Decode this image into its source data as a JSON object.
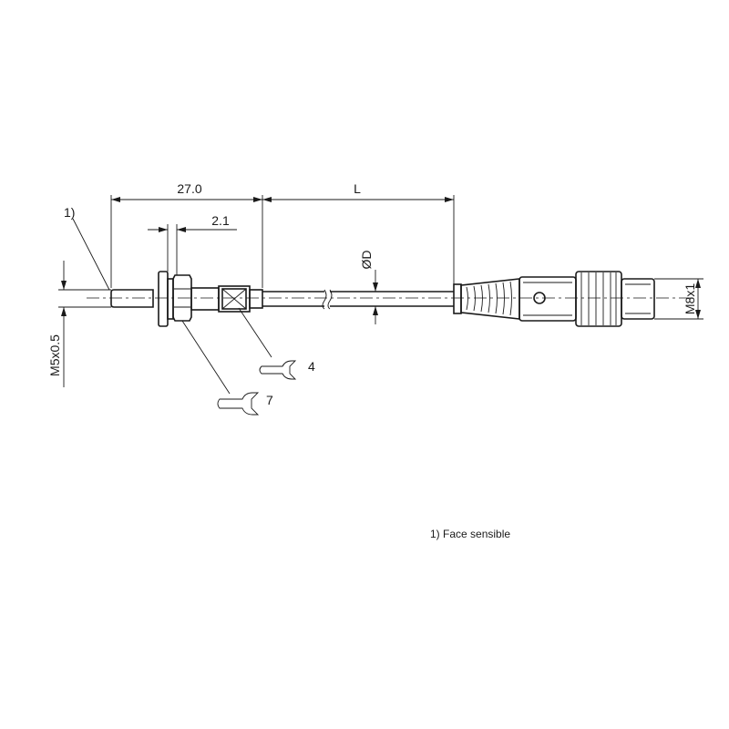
{
  "dimensions": {
    "overall_length": "27.0",
    "cable_length": "L",
    "flange_width": "2.1",
    "cable_diameter": "ØD",
    "thread_sensor": "M5x0.5",
    "thread_connector": "M8x1"
  },
  "callouts": {
    "sensing_face_marker": "1)",
    "wrench_small": "4",
    "wrench_large": "7"
  },
  "footnote": "1) Face sensible"
}
